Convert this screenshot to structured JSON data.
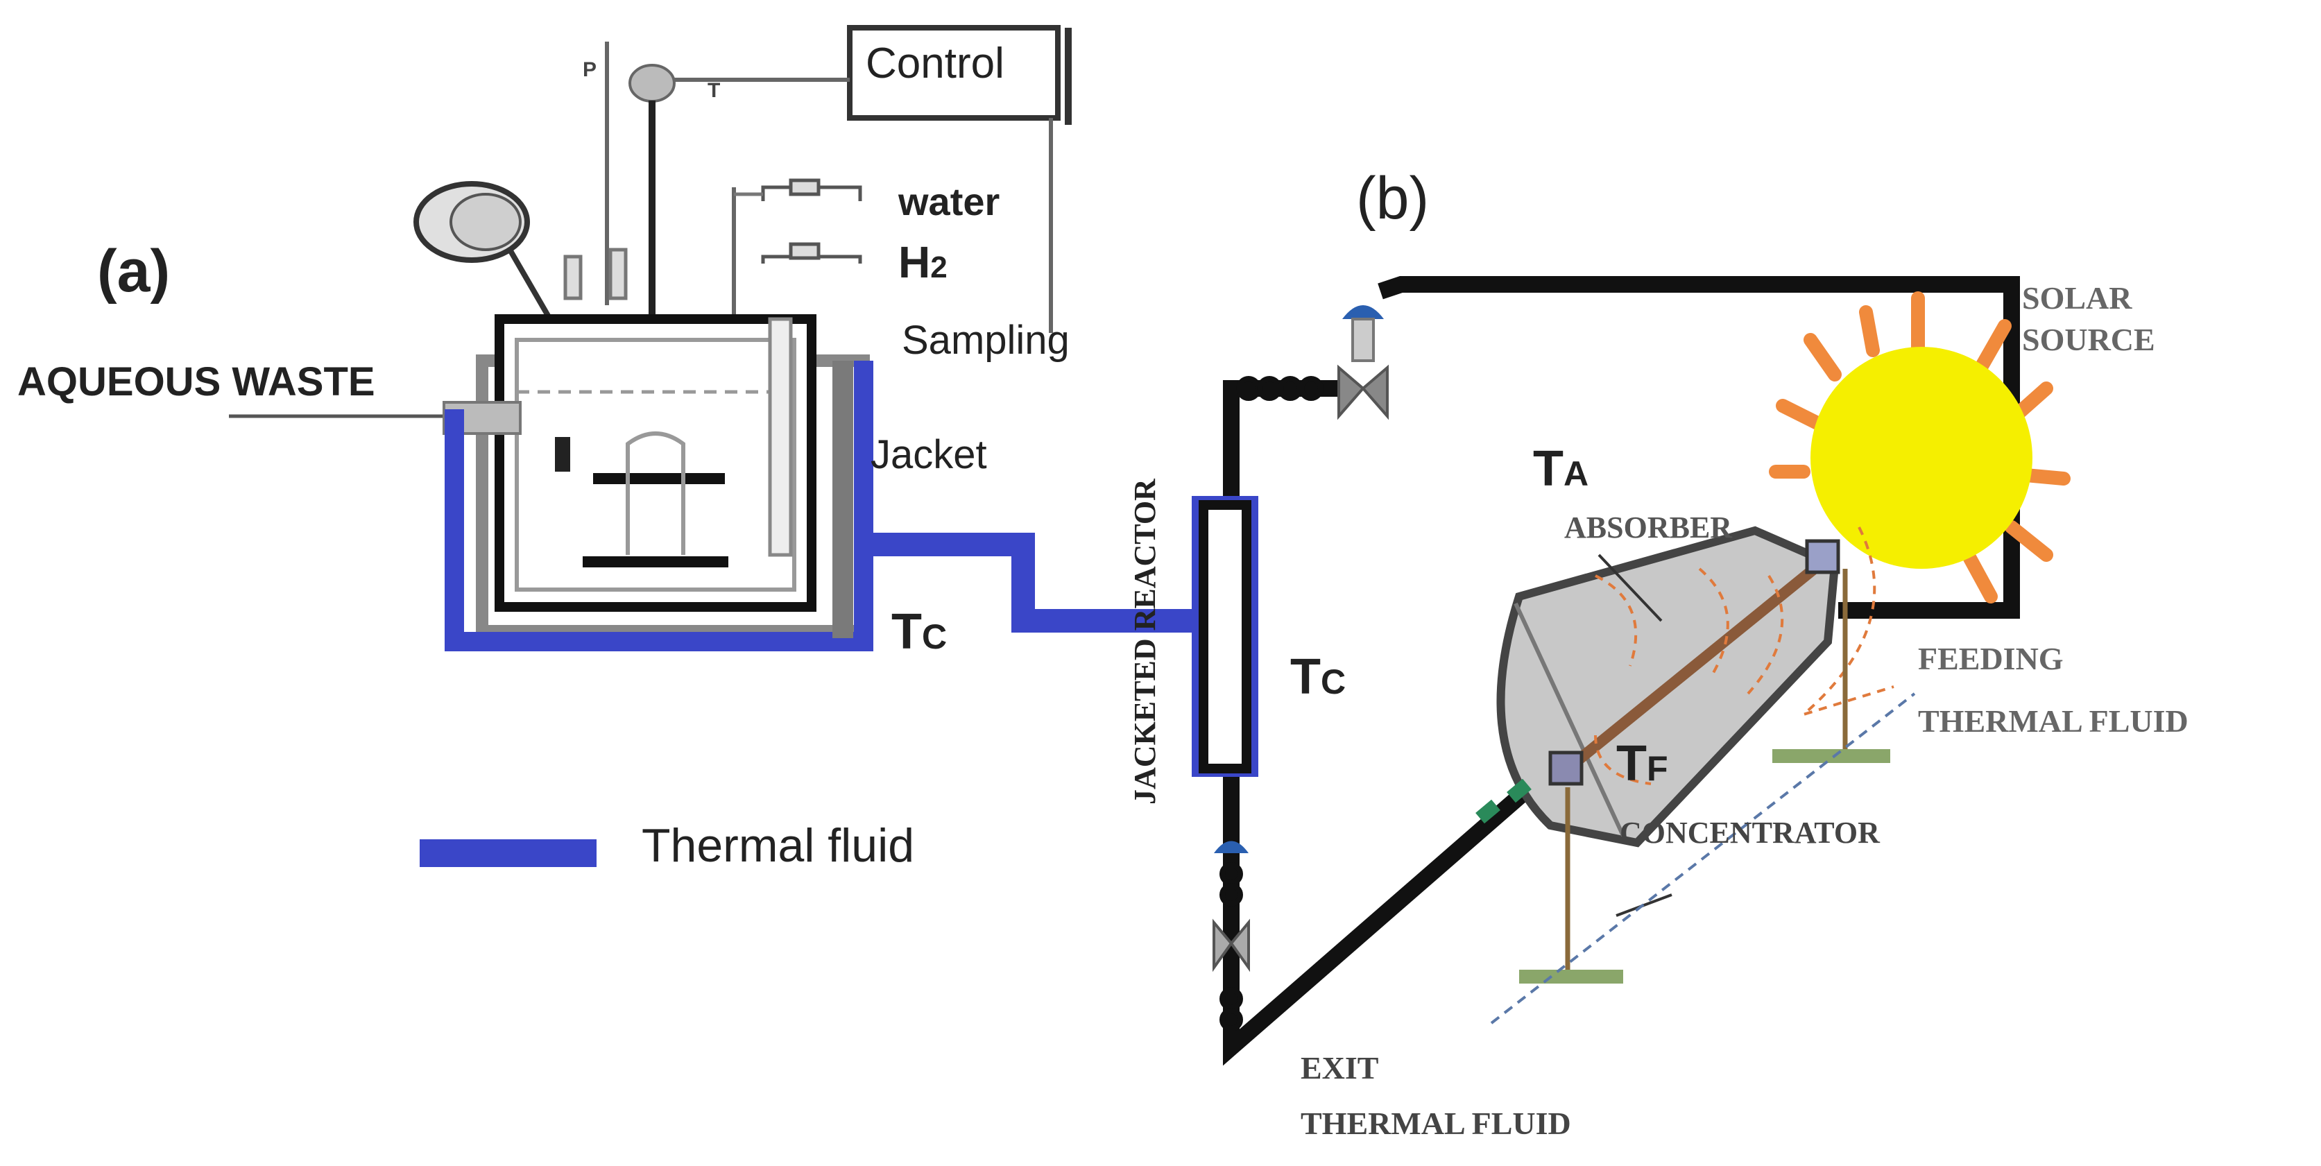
{
  "panel_a": {
    "label": "(a)",
    "control_label": "Control",
    "gauge_p": "P",
    "gauge_t": "T",
    "water_label": "water",
    "h2_label": "H",
    "h2_sub": "2",
    "sampling_label": "Sampling",
    "aqueous_waste_label": "AQUEOUS WASTE",
    "jacket_label": "Jacket",
    "tc_main": "T",
    "tc_sub": "C"
  },
  "panel_b": {
    "label": "(b)",
    "jacketed_reactor_label": "JACKETED REACTOR",
    "tc_main": "T",
    "tc_sub": "C",
    "ta_main": "T",
    "ta_sub": "A",
    "tf_main": "T",
    "tf_sub": "F",
    "solar_line1": "SOLAR",
    "solar_line2": "SOURCE",
    "absorber_label": "ABSORBER",
    "feeding_line1": "FEEDING",
    "feeding_line2": "THERMAL FLUID",
    "concentrator_label": "CONCENTRATOR",
    "exit_line1": "EXIT",
    "exit_line2": "THERMAL FLUID"
  },
  "legend": {
    "label": "Thermal fluid",
    "color": "#3a46c8"
  },
  "colors": {
    "thermal_fluid": "#3a46c8",
    "pipe": "#111111",
    "sun_fill": "#f5ef00",
    "sun_rays": "#f08a3c",
    "concentrator": "#c8c8c8",
    "ground": "#8aa66a"
  }
}
